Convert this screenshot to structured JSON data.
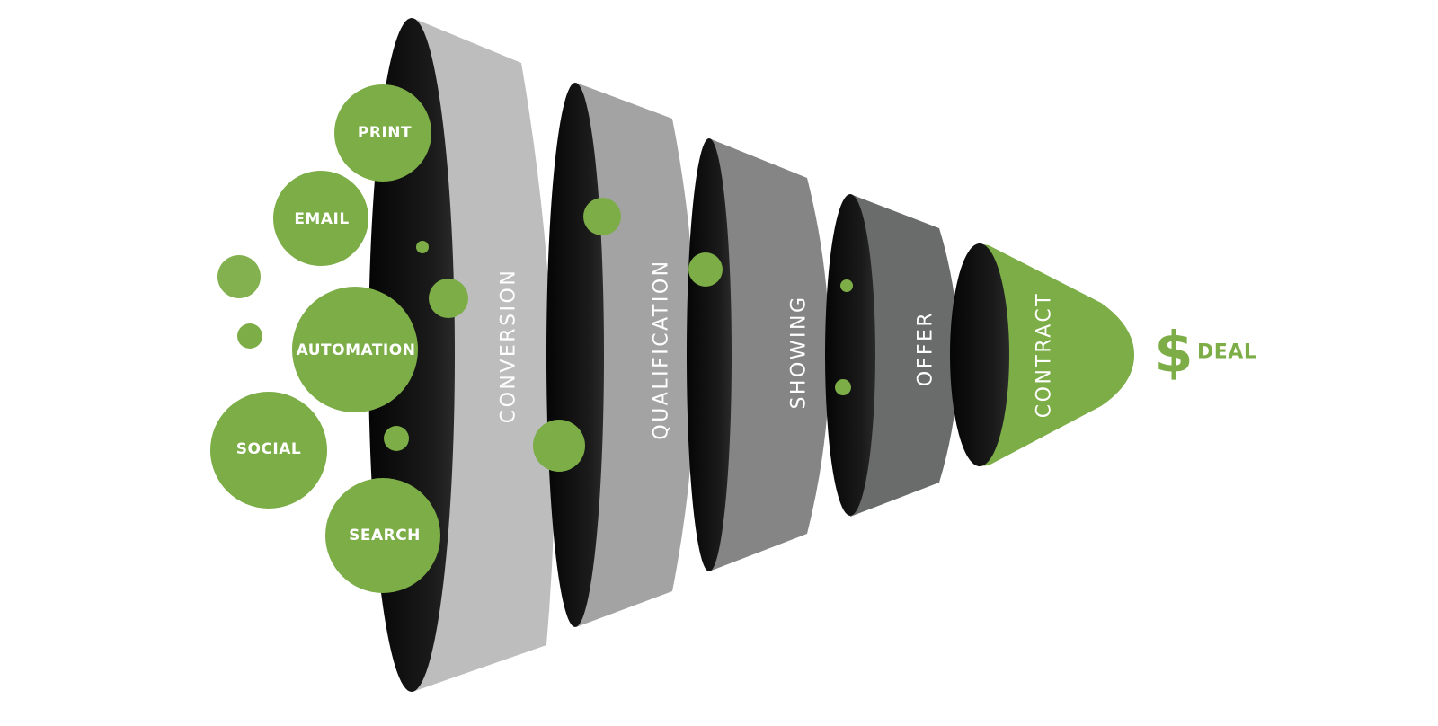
{
  "sources": [
    {
      "label": "PRINT"
    },
    {
      "label": "EMAIL"
    },
    {
      "label": "AUTOMATION"
    },
    {
      "label": "SOCIAL"
    },
    {
      "label": "SEARCH"
    }
  ],
  "stages": [
    {
      "label": "CONVERSION",
      "color": "#bdbdbd"
    },
    {
      "label": "QUALIFICATION",
      "color": "#a3a3a3"
    },
    {
      "label": "SHOWING",
      "color": "#858585"
    },
    {
      "label": "OFFER",
      "color": "#6a6b6b"
    },
    {
      "label": "CONTRACT",
      "color": "#7cad47"
    }
  ],
  "outcome": {
    "symbol": "$",
    "label": "DEAL"
  },
  "colors": {
    "accent": "#7cad47",
    "opening": "#161616"
  }
}
